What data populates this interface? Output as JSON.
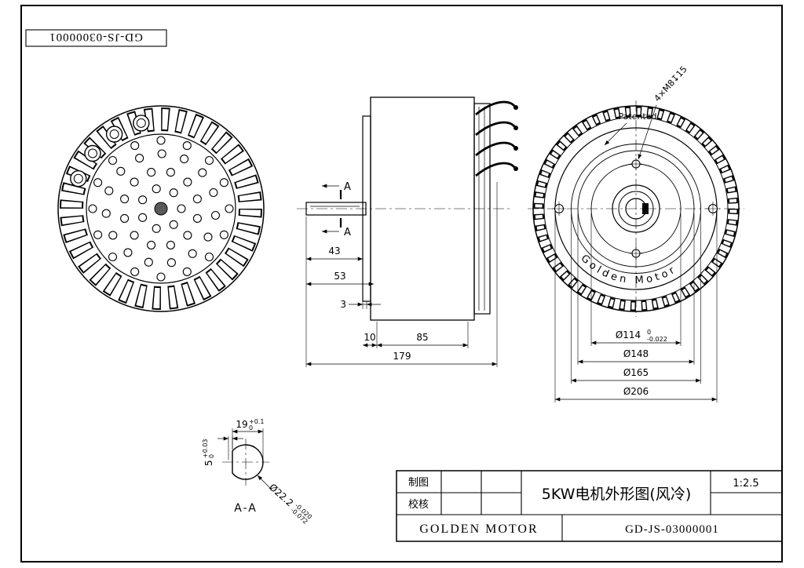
{
  "stamp": {
    "code": "GD-JS-03000001"
  },
  "side_view": {
    "section_label_top": "A",
    "section_label_bottom": "A",
    "dim_shaft": "43",
    "dim_shoulder": "53",
    "dim_plate": "3",
    "dim_front": "10",
    "dim_body": "85",
    "dim_total": "179"
  },
  "rear_view": {
    "thread_note": "4×M8↧15",
    "patented_mark": "Patented",
    "brand_arc": "Golden Motor",
    "dim_bolt_circle": "Ø114",
    "dim_bolt_circle_tol_upper": "0",
    "dim_bolt_circle_tol_lower": "-0.022",
    "dim_spigot": "Ø148",
    "dim_pilot": "Ø165",
    "dim_flange": "Ø206"
  },
  "section_view": {
    "label": "A-A",
    "dim_across_flat": "19",
    "dim_across_flat_tol_upper": "+0.1",
    "dim_across_flat_tol_lower": "0",
    "dim_key_depth": "5",
    "dim_key_depth_tol_upper": "+0.03",
    "dim_key_depth_tol_lower": "0",
    "dim_shaft_dia": "Ø22.2",
    "dim_shaft_dia_tol_upper": "-0.020",
    "dim_shaft_dia_tol_lower": "-0.072"
  },
  "title_block": {
    "drawn_label": "制图",
    "checked_label": "校核",
    "drawing_title": "5KW电机外形图(风冷)",
    "scale": "1:2.5",
    "company": "GOLDEN MOTOR",
    "drawing_number": "GD-JS-03000001"
  }
}
